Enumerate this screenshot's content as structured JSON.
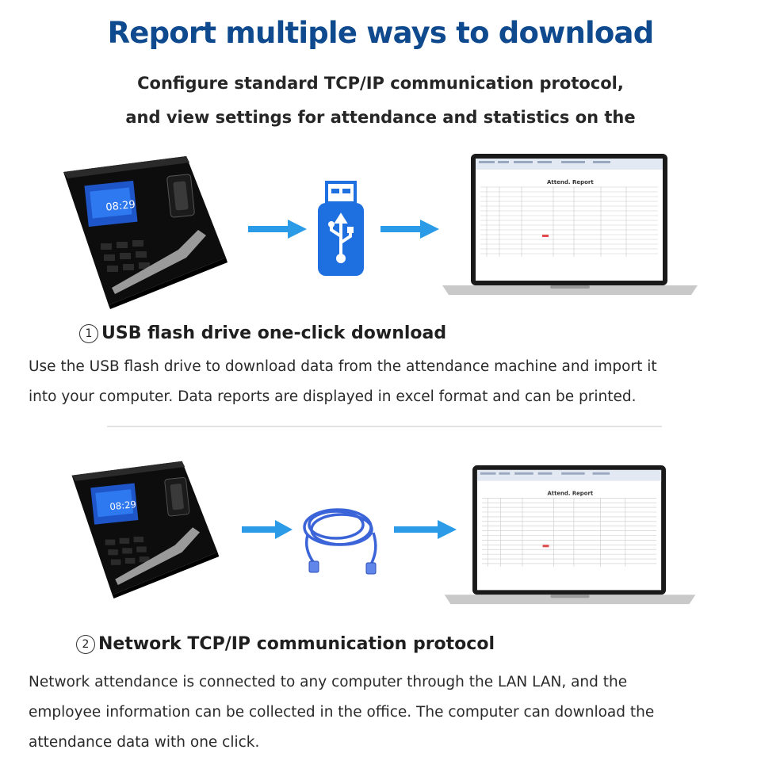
{
  "header": {
    "title": "Report multiple ways to download",
    "subtitle_line1": "Configure standard TCP/IP communication protocol,",
    "subtitle_line2": "and view settings for attendance and statistics on the"
  },
  "device": {
    "clock_text": "08:29"
  },
  "report": {
    "sheet_title": "Attend. Report"
  },
  "sections": [
    {
      "number": "1",
      "heading": "USB flash drive one-click download",
      "desc_line1": "Use the USB flash drive to download data from the attendance machine and import it",
      "desc_line2": "into your computer. Data reports are displayed in excel format and can be printed.",
      "transfer_icon": "usb-flash-drive-icon"
    },
    {
      "number": "2",
      "heading": "Network TCP/IP communication protocol",
      "desc_line1": "Network attendance is connected to any computer through the LAN LAN, and the",
      "desc_line2": "employee information can be collected in the office. The computer can download the",
      "desc_line3": "attendance data with one click.",
      "transfer_icon": "network-cable-icon"
    }
  ],
  "colors": {
    "title": "#0f4a8f",
    "arrow": "#2b9be8",
    "usb_body": "#1e6fe0",
    "cable": "#3a64d8",
    "device_body": "#111111"
  }
}
